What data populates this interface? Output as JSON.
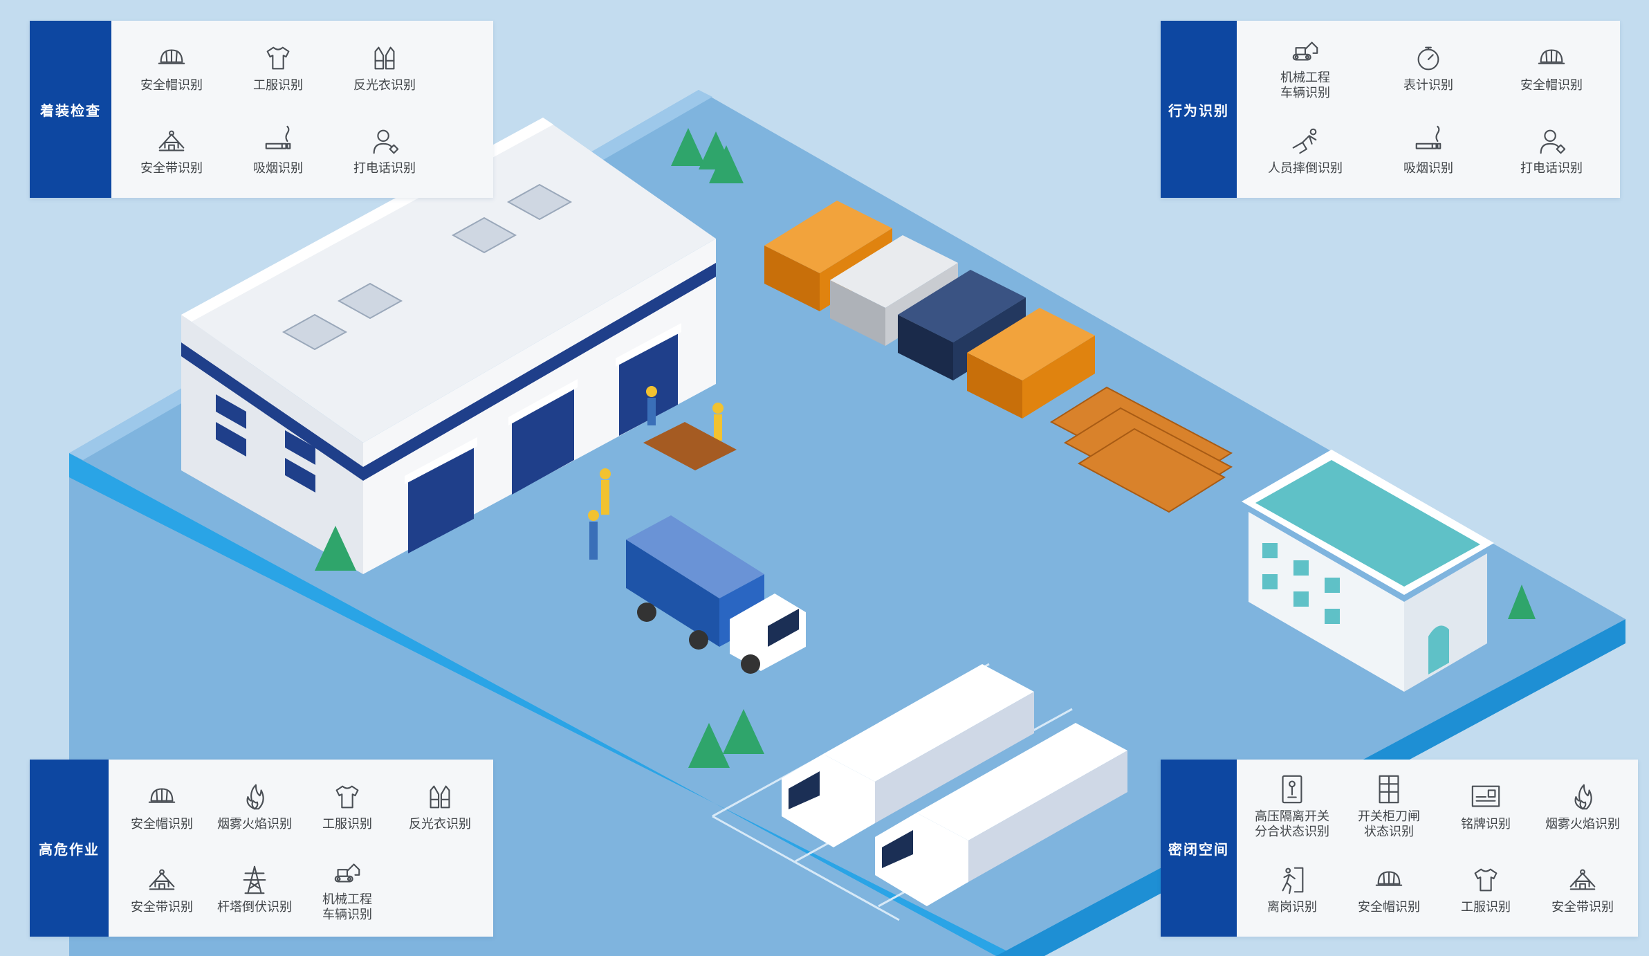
{
  "colors": {
    "background": "#c3dcef",
    "platform_top": "#7fb4de",
    "platform_edge": "#2aa4e6",
    "panel_bar": "#0d47a1",
    "panel_bg": "#f5f7f9",
    "building_roof": "#eef1f5",
    "building_wall": "#f2f4f7",
    "building_trim": "#1f3f8a",
    "container_orange": "#e0830f",
    "container_gray": "#c9ccd1",
    "container_navy": "#23385f",
    "office_roof": "#5fc1c7",
    "tree": "#2fa56b"
  },
  "panels": {
    "attire": {
      "title": "着装检查",
      "items": [
        {
          "label": "安全帽识别",
          "icon": "helmet-icon"
        },
        {
          "label": "工服识别",
          "icon": "uniform-icon"
        },
        {
          "label": "反光衣识别",
          "icon": "vest-icon"
        },
        {
          "label": "安全带识别",
          "icon": "harness-icon"
        },
        {
          "label": "吸烟识别",
          "icon": "cigarette-icon"
        },
        {
          "label": "打电话识别",
          "icon": "phone-call-icon"
        }
      ]
    },
    "behavior": {
      "title": "行为识别",
      "items": [
        {
          "label": "机械工程\n车辆识别",
          "icon": "excavator-icon"
        },
        {
          "label": "表计识别",
          "icon": "gauge-icon"
        },
        {
          "label": "安全帽识别",
          "icon": "helmet-icon"
        },
        {
          "label": "人员摔倒识别",
          "icon": "fall-icon"
        },
        {
          "label": "吸烟识别",
          "icon": "cigarette-icon"
        },
        {
          "label": "打电话识别",
          "icon": "phone-call-icon"
        }
      ]
    },
    "hazard": {
      "title": "高危作业",
      "items": [
        {
          "label": "安全帽识别",
          "icon": "helmet-icon"
        },
        {
          "label": "烟雾火焰识别",
          "icon": "flame-icon"
        },
        {
          "label": "工服识别",
          "icon": "uniform-icon"
        },
        {
          "label": "反光衣识别",
          "icon": "vest-icon"
        },
        {
          "label": "安全带识别",
          "icon": "harness-icon"
        },
        {
          "label": "杆塔倒伏识别",
          "icon": "tower-icon"
        },
        {
          "label": "机械工程\n车辆识别",
          "icon": "excavator-icon"
        }
      ]
    },
    "confined": {
      "title": "密闭空间",
      "items": [
        {
          "label": "高压隔离开关\n分合状态识别",
          "icon": "switch-icon"
        },
        {
          "label": "开关柜刀闸\n状态识别",
          "icon": "cabinet-icon"
        },
        {
          "label": "铭牌识别",
          "icon": "nameplate-icon"
        },
        {
          "label": "烟雾火焰识别",
          "icon": "flame-icon"
        },
        {
          "label": "离岗识别",
          "icon": "leave-post-icon"
        },
        {
          "label": "安全帽识别",
          "icon": "helmet-icon"
        },
        {
          "label": "工服识别",
          "icon": "uniform-icon"
        },
        {
          "label": "安全带识别",
          "icon": "harness-icon"
        }
      ]
    }
  }
}
